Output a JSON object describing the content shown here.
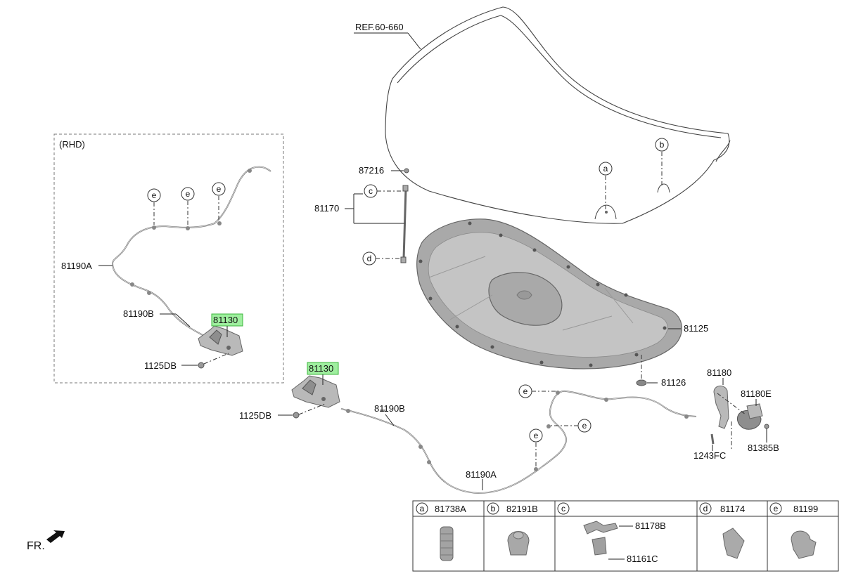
{
  "ref_label": "REF.60-660",
  "rhd_label": "(RHD)",
  "fr_label": "FR.",
  "parts": {
    "p87216": "87216",
    "p81170": "81170",
    "p81125": "81125",
    "p81126": "81126",
    "p81180": "81180",
    "p81180E": "81180E",
    "p81385B": "81385B",
    "p1243FC": "1243FC",
    "p81190A_rhd": "81190A",
    "p81190B_rhd": "81190B",
    "p81130_rhd": "81130",
    "p1125DB_rhd": "1125DB",
    "p81130": "81130",
    "p1125DB": "1125DB",
    "p81190B": "81190B",
    "p81190A": "81190A"
  },
  "callouts": {
    "a": "a",
    "b": "b",
    "c": "c",
    "d": "d",
    "e": "e"
  },
  "legend": [
    {
      "letter": "a",
      "part": "81738A"
    },
    {
      "letter": "b",
      "part": "82191B"
    },
    {
      "letter": "c",
      "part": "",
      "sub": [
        "81178B",
        "81161C"
      ]
    },
    {
      "letter": "d",
      "part": "81174"
    },
    {
      "letter": "e",
      "part": "81199"
    }
  ],
  "highlight_color": "#9fef9f"
}
